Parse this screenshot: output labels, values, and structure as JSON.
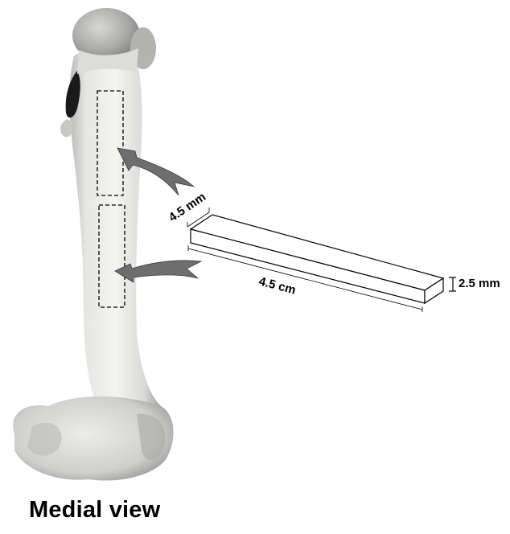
{
  "figure": {
    "caption": "Medial view",
    "dimensions": {
      "width_label": "4.5 mm",
      "length_label": "4.5 cm",
      "thickness_label": "2.5 mm"
    },
    "colors": {
      "bone_light": "#f2f2f0",
      "bone_shadow": "#9a9a98",
      "arrow_fill": "#6e6e6e",
      "outline": "#000000"
    },
    "elements": [
      "bone-femur",
      "cut-region-upper",
      "cut-region-lower",
      "arrow-upper",
      "arrow-lower",
      "specimen-bar"
    ]
  }
}
